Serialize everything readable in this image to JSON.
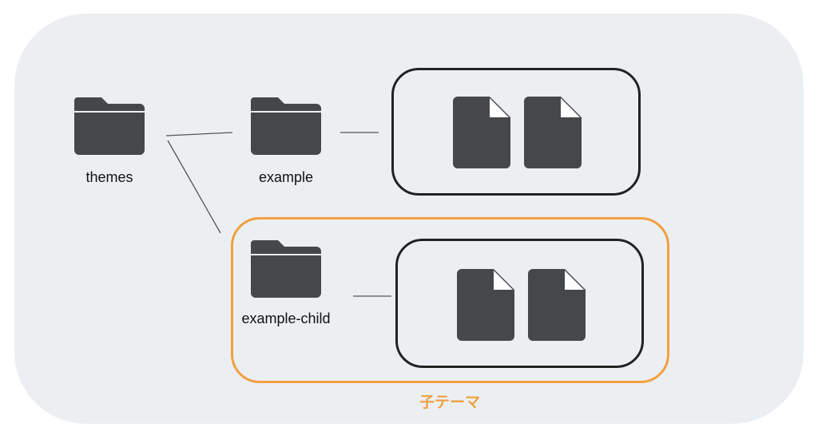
{
  "nodes": {
    "themes": {
      "label": "themes"
    },
    "example": {
      "label": "example"
    },
    "example_child": {
      "label": "example-child"
    }
  },
  "child_group": {
    "caption": "子テーマ"
  },
  "colors": {
    "background": "#eceff2",
    "icon": "#45484b",
    "box_border": "#222222",
    "highlight": "#f0a041",
    "connector": "#555555"
  },
  "icons": {
    "folder": "folder-icon",
    "file": "file-icon"
  }
}
